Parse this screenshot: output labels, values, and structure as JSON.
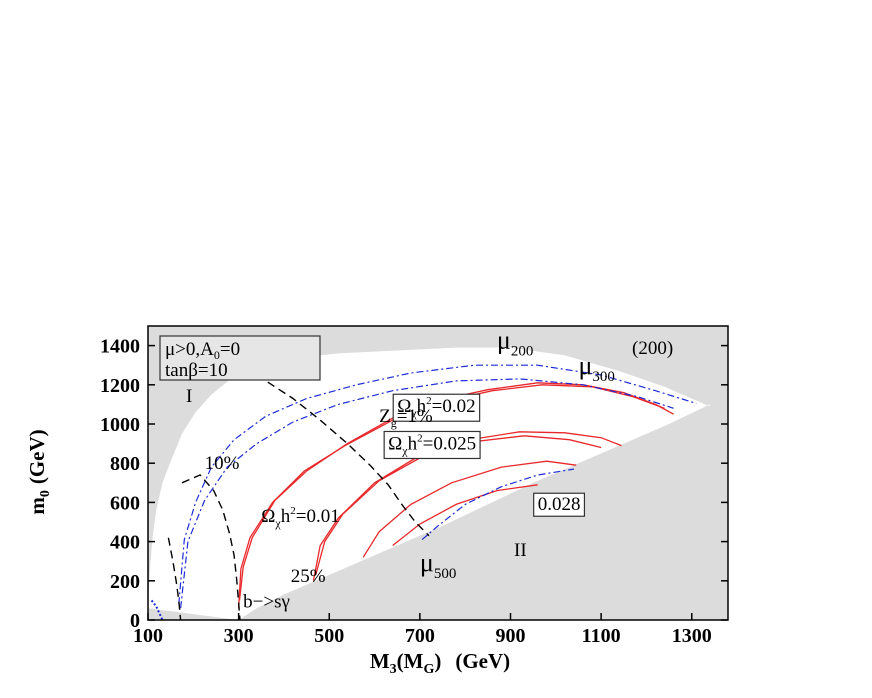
{
  "chart_data": {
    "type": "line",
    "panel_label": "(200)",
    "xlabel": {
      "main": "M",
      "sub": "3",
      "paren_main": "(M",
      "paren_sub": "G",
      "paren_close": ")",
      "unit": "(GeV)"
    },
    "ylabel": {
      "main": "m",
      "sub": "0",
      "unit": "(GeV)"
    },
    "xlim": [
      100,
      1380
    ],
    "ylim": [
      0,
      1500
    ],
    "xticks": [
      100,
      300,
      500,
      700,
      900,
      1100,
      1300
    ],
    "yticks": [
      0,
      200,
      400,
      600,
      800,
      1000,
      1200,
      1400
    ],
    "grid": false,
    "regions": {
      "excluded_color": "#dcdcdc",
      "allowed_color": "#ffffff",
      "boundary": [
        [
          100,
          60
        ],
        [
          105,
          280
        ],
        [
          110,
          420
        ],
        [
          118,
          560
        ],
        [
          132,
          700
        ],
        [
          150,
          810
        ],
        [
          175,
          950
        ],
        [
          205,
          1060
        ],
        [
          240,
          1150
        ],
        [
          280,
          1225
        ],
        [
          330,
          1280
        ],
        [
          400,
          1330
        ],
        [
          520,
          1360
        ],
        [
          650,
          1375
        ],
        [
          780,
          1390
        ],
        [
          900,
          1390
        ],
        [
          1020,
          1350
        ],
        [
          1140,
          1270
        ],
        [
          1240,
          1190
        ],
        [
          1290,
          1140
        ],
        [
          1340,
          1090
        ],
        [
          1340,
          1100
        ],
        [
          1250,
          1000
        ],
        [
          1150,
          900
        ],
        [
          1050,
          800
        ],
        [
          950,
          700
        ],
        [
          850,
          590
        ],
        [
          750,
          480
        ],
        [
          650,
          380
        ],
        [
          550,
          280
        ],
        [
          450,
          180
        ],
        [
          400,
          130
        ],
        [
          340,
          60
        ],
        [
          300,
          0
        ]
      ],
      "region_I": "I",
      "region_II": "II"
    },
    "params_box": {
      "line1": "μ>0,A",
      "line1_sub": "0",
      "line1_end": "=0",
      "line2": "tanβ=10"
    },
    "series": [
      {
        "style": "red-solid",
        "color": "#e8282a",
        "points": [
          [
            302,
            100
          ],
          [
            310,
            270
          ],
          [
            330,
            420
          ],
          [
            380,
            610
          ],
          [
            450,
            760
          ],
          [
            540,
            900
          ],
          [
            640,
            1030
          ],
          [
            740,
            1120
          ],
          [
            850,
            1175
          ],
          [
            960,
            1210
          ],
          [
            1060,
            1200
          ],
          [
            1150,
            1160
          ],
          [
            1220,
            1100
          ],
          [
            1260,
            1050
          ]
        ]
      },
      {
        "style": "red-solid",
        "color": "#e8282a",
        "points": [
          [
            300,
            60
          ],
          [
            305,
            260
          ],
          [
            325,
            420
          ],
          [
            375,
            600
          ],
          [
            445,
            760
          ],
          [
            535,
            890
          ],
          [
            640,
            1020
          ],
          [
            745,
            1110
          ],
          [
            860,
            1170
          ],
          [
            970,
            1200
          ],
          [
            1080,
            1190
          ],
          [
            1170,
            1140
          ],
          [
            1240,
            1080
          ]
        ]
      },
      {
        "style": "red-solid",
        "color": "#e8282a",
        "points": [
          [
            465,
            200
          ],
          [
            480,
            380
          ],
          [
            520,
            520
          ],
          [
            600,
            700
          ],
          [
            700,
            840
          ],
          [
            810,
            920
          ],
          [
            920,
            960
          ],
          [
            1020,
            955
          ],
          [
            1100,
            930
          ],
          [
            1145,
            890
          ]
        ]
      },
      {
        "style": "red-solid",
        "color": "#e8282a",
        "points": [
          [
            470,
            230
          ],
          [
            490,
            400
          ],
          [
            530,
            540
          ],
          [
            610,
            710
          ],
          [
            710,
            840
          ],
          [
            820,
            910
          ],
          [
            930,
            940
          ],
          [
            1030,
            920
          ],
          [
            1100,
            880
          ]
        ]
      },
      {
        "style": "red-solid",
        "color": "#e8282a",
        "points": [
          [
            575,
            320
          ],
          [
            610,
            450
          ],
          [
            680,
            590
          ],
          [
            770,
            700
          ],
          [
            880,
            780
          ],
          [
            980,
            810
          ],
          [
            1045,
            790
          ]
        ]
      },
      {
        "style": "red-solid",
        "color": "#e8282a",
        "points": [
          [
            640,
            380
          ],
          [
            700,
            490
          ],
          [
            780,
            590
          ],
          [
            870,
            660
          ],
          [
            960,
            690
          ]
        ]
      },
      {
        "style": "blue-dashdot",
        "color": "#1c2bd6",
        "points": [
          [
            168,
            80
          ],
          [
            180,
            410
          ],
          [
            205,
            600
          ],
          [
            240,
            780
          ],
          [
            290,
            920
          ],
          [
            360,
            1040
          ],
          [
            450,
            1130
          ],
          [
            560,
            1200
          ],
          [
            680,
            1260
          ],
          [
            820,
            1300
          ],
          [
            960,
            1300
          ],
          [
            1100,
            1250
          ],
          [
            1220,
            1170
          ],
          [
            1310,
            1105
          ]
        ]
      },
      {
        "style": "blue-dashdot",
        "color": "#1c2bd6",
        "points": [
          [
            172,
            60
          ],
          [
            188,
            400
          ],
          [
            225,
            610
          ],
          [
            275,
            780
          ],
          [
            340,
            900
          ],
          [
            420,
            1010
          ],
          [
            520,
            1100
          ],
          [
            640,
            1170
          ],
          [
            780,
            1220
          ],
          [
            920,
            1230
          ],
          [
            1060,
            1200
          ],
          [
            1180,
            1140
          ],
          [
            1260,
            1080
          ]
        ]
      },
      {
        "style": "blue-dashdot",
        "color": "#1c2bd6",
        "points": [
          [
            705,
            410
          ],
          [
            740,
            480
          ],
          [
            800,
            590
          ],
          [
            880,
            680
          ],
          [
            960,
            740
          ],
          [
            1040,
            770
          ]
        ]
      },
      {
        "style": "blue-dotted",
        "color": "#1c2bd6",
        "points": [
          [
            108,
            100
          ],
          [
            118,
            70
          ],
          [
            128,
            20
          ],
          [
            132,
            0
          ]
        ]
      },
      {
        "style": "black-dashed",
        "color": "#000000",
        "points": [
          [
            340,
            1250
          ],
          [
            420,
            1130
          ],
          [
            480,
            1020
          ],
          [
            540,
            900
          ],
          [
            590,
            790
          ],
          [
            630,
            690
          ],
          [
            660,
            590
          ],
          [
            690,
            500
          ],
          [
            720,
            430
          ]
        ]
      },
      {
        "style": "black-dashed",
        "color": "#000000",
        "points": [
          [
            175,
            700
          ],
          [
            215,
            740
          ],
          [
            245,
            660
          ],
          [
            265,
            560
          ],
          [
            280,
            440
          ],
          [
            290,
            330
          ],
          [
            296,
            200
          ],
          [
            300,
            90
          ],
          [
            303,
            0
          ]
        ]
      },
      {
        "style": "black-dashed",
        "color": "#000000",
        "points": [
          [
            145,
            420
          ],
          [
            155,
            300
          ],
          [
            162,
            200
          ],
          [
            168,
            100
          ],
          [
            172,
            0
          ]
        ]
      }
    ],
    "annotations": [
      {
        "id": "mu200",
        "text": "μ",
        "sub": "200",
        "x": 870,
        "y": 1385
      },
      {
        "id": "mu300",
        "text": "μ",
        "sub": "300",
        "x": 1050,
        "y": 1255
      },
      {
        "id": "omega002",
        "text": "Ω",
        "sub": "χ",
        "rest": "h",
        "sup": "2",
        "end": "=0.02",
        "boxed": true,
        "x": 650,
        "y": 1060
      },
      {
        "id": "omega0025",
        "text": "Ω",
        "sub": "χ",
        "rest": "h",
        "sup": "2",
        "end": "=0.025",
        "boxed": true,
        "x": 630,
        "y": 870
      },
      {
        "id": "omega001",
        "text": "Ω",
        "sub": "χ",
        "rest": "h",
        "sup": "2",
        "end": "=0.01",
        "boxed": false,
        "x": 350,
        "y": 500
      },
      {
        "id": "v0028",
        "text": "0.028",
        "boxed": true,
        "x": 960,
        "y": 560
      },
      {
        "id": "zg1",
        "text": "Z",
        "sub": "g",
        "end": "=1%",
        "x": 610,
        "y": 1010
      },
      {
        "id": "pct10",
        "text": "10%",
        "x": 225,
        "y": 770
      },
      {
        "id": "pct25",
        "text": "25%",
        "x": 415,
        "y": 195
      },
      {
        "id": "bsg",
        "text": "b−>sγ",
        "x": 310,
        "y": 65
      },
      {
        "id": "mu500",
        "text": "μ",
        "sub": "500",
        "x": 700,
        "y": 250
      }
    ],
    "ticks_font_color": "#000000"
  }
}
